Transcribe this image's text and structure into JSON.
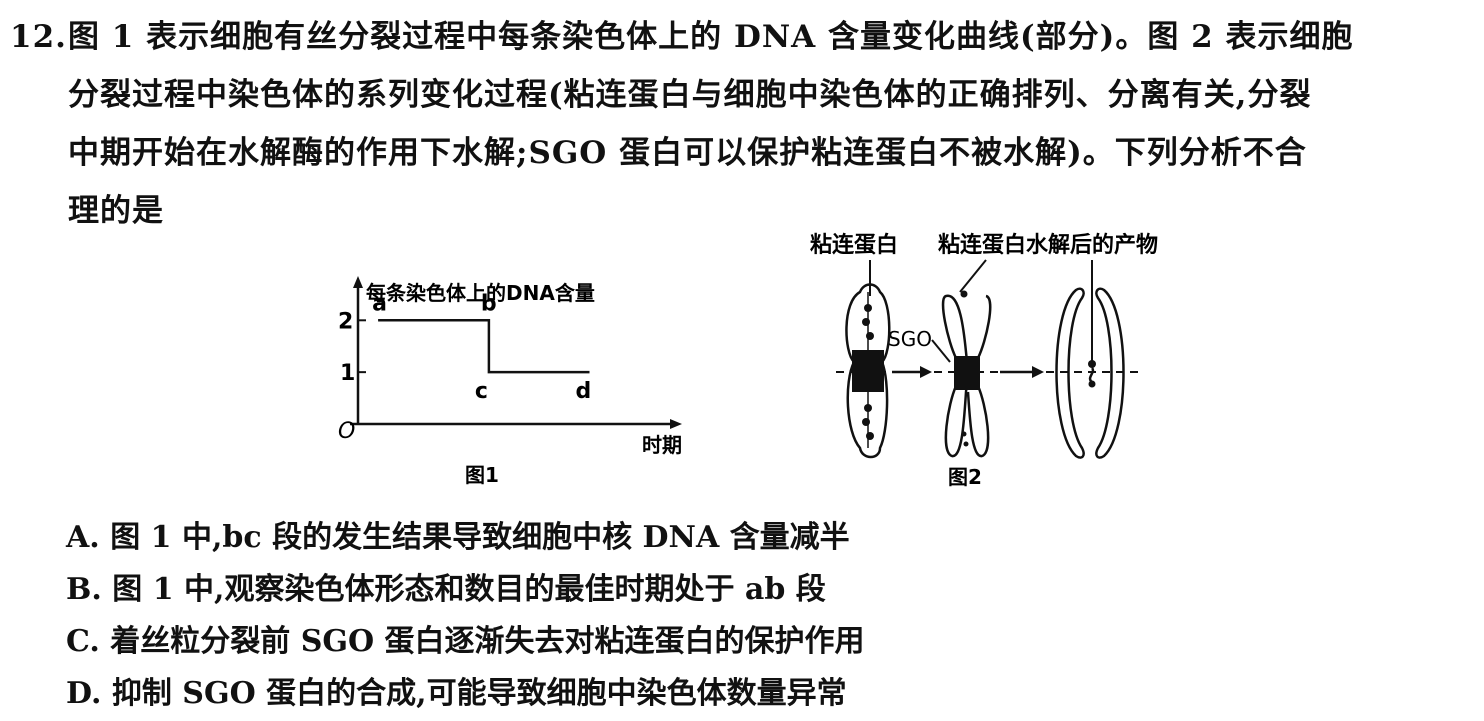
{
  "question": {
    "number": "12.",
    "stem_lines": [
      "图 1 表示细胞有丝分裂过程中每条染色体上的 DNA 含量变化曲线(部分)。图 2 表示细胞",
      "分裂过程中染色体的系列变化过程(粘连蛋白与细胞中染色体的正确排列、分离有关,分裂",
      "中期开始在水解酶的作用下水解;SGO 蛋白可以保护粘连蛋白不被水解)。下列分析不合",
      "理的是"
    ]
  },
  "figure1": {
    "caption": "图1",
    "chart_data": {
      "type": "line",
      "ylabel": "每条染色体上的DNA含量",
      "xlabel": "时期",
      "origin_label": "O",
      "y_ticks": [
        "2",
        "1"
      ],
      "ylim": [
        0,
        2.7
      ],
      "points": [
        {
          "label": "a",
          "x": 0.6,
          "y": 2
        },
        {
          "label": "b",
          "x": 3.9,
          "y": 2
        },
        {
          "label": "c",
          "x": 3.9,
          "y": 1
        },
        {
          "label": "d",
          "x": 6.9,
          "y": 1
        }
      ],
      "xlim": [
        0,
        9
      ]
    }
  },
  "figure2": {
    "caption": "图2",
    "labels": {
      "cohesin": "粘连蛋白",
      "cohesin_products": "粘连蛋白水解后的产物",
      "sgo": "SGO"
    }
  },
  "options": [
    {
      "letter": "A.",
      "text": "图 1 中,bc 段的发生结果导致细胞中核 DNA 含量减半"
    },
    {
      "letter": "B.",
      "text": "图 1 中,观察染色体形态和数目的最佳时期处于 ab 段"
    },
    {
      "letter": "C.",
      "text": "着丝粒分裂前 SGO 蛋白逐渐失去对粘连蛋白的保护作用"
    },
    {
      "letter": "D.",
      "text": "抑制 SGO 蛋白的合成,可能导致细胞中染色体数量异常"
    }
  ]
}
